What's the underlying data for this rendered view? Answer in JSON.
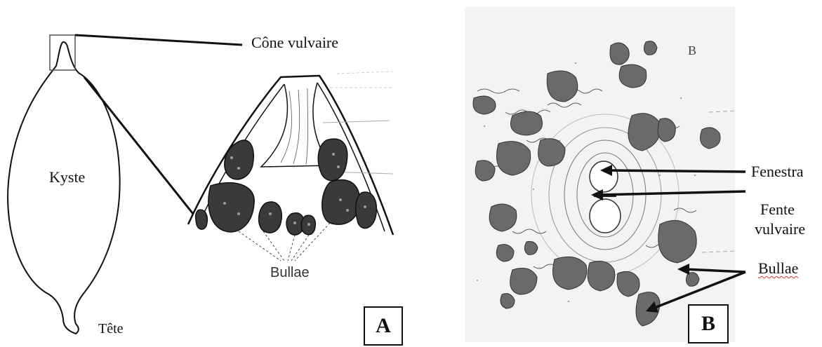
{
  "panel_a": {
    "labels": {
      "cone_vulvaire": "Cône vulvaire",
      "kyste": "Kyste",
      "tete": "Tête",
      "bullae": "Bullae"
    },
    "panel_letter": "A"
  },
  "panel_b": {
    "corner_letter": "B",
    "labels": {
      "fenestra": "Fenestra",
      "fente_vulvaire_line1": "Fente",
      "fente_vulvaire_line2": "vulvaire",
      "bullae": "Bullae"
    },
    "panel_letter": "B"
  }
}
